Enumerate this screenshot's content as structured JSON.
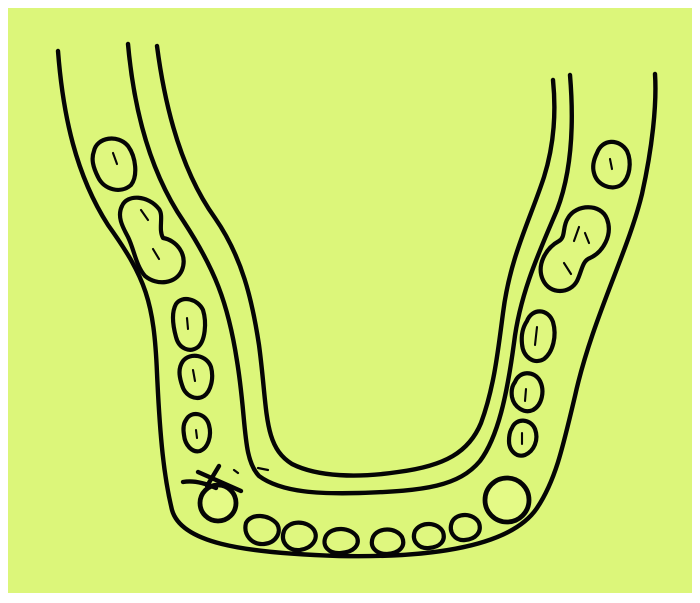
{
  "colors": {
    "paper": "#ffffff",
    "background": "#dcf67a",
    "ink": "#050505"
  },
  "elements": {
    "outer_arch": "outer-arch-line",
    "middle_arch": "middle-arch-line",
    "inner_arch": "inner-arch-line",
    "left_posterior_teeth": "left-posterior-teeth",
    "right_posterior_teeth": "right-posterior-teeth",
    "anterior_teeth": "anterior-teeth",
    "left_implant": "left-implant-circle",
    "right_implant": "right-implant-circle"
  }
}
